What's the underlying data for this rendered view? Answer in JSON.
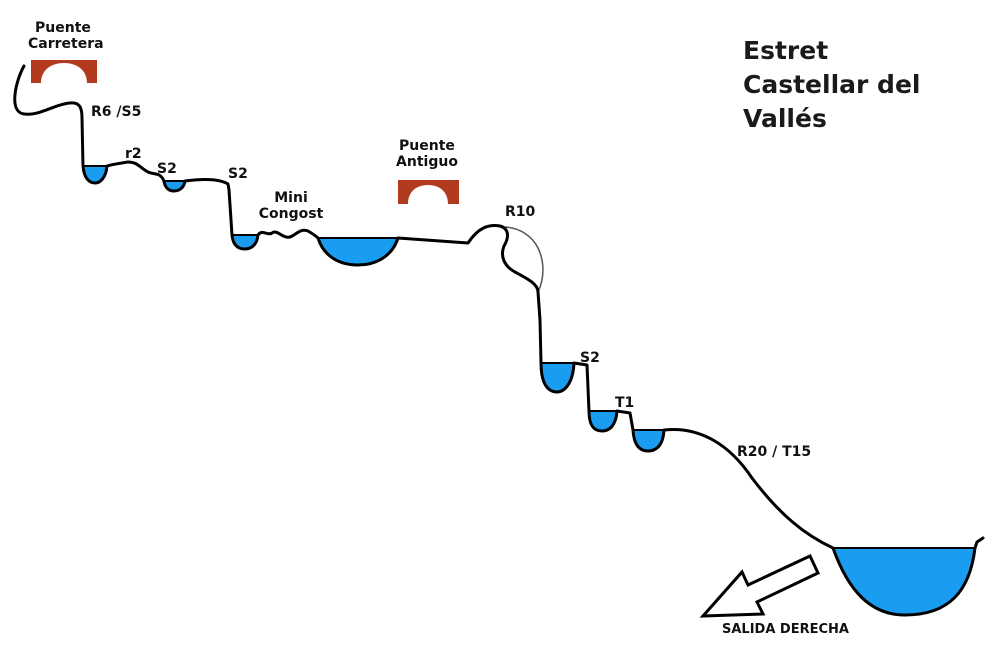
{
  "title": {
    "line1": "Estret",
    "line2": "Castellar del Vallés"
  },
  "labels": {
    "puente_carretera": [
      "Puente",
      "Carretera"
    ],
    "r6_s5": "R6 /S5",
    "r2": "r2",
    "s2_a": "S2",
    "s2_b": "S2",
    "mini_congost": [
      "Mini",
      "Congost"
    ],
    "puente_antiguo": [
      "Puente",
      "Antiguo"
    ],
    "r10": "R10",
    "s2_c": "S2",
    "t1": "T1",
    "r20_t15": "R20 / T15",
    "salida_derecha": "SALIDA DERECHA"
  },
  "colors": {
    "water": "#1a9cf0",
    "bridge": "#b23a1e",
    "profile": "#000000",
    "alt_path": "#555555"
  },
  "icons": [
    "bridge-icon",
    "exit-arrow-icon"
  ]
}
